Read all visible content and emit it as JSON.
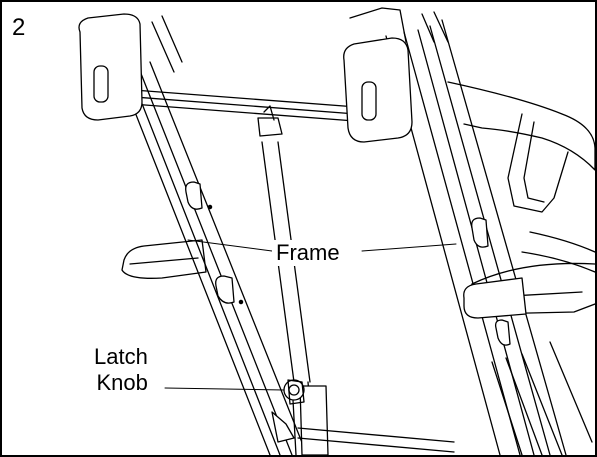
{
  "step_number": "2",
  "callouts": {
    "frame": "Frame",
    "latch_line1": "Latch",
    "latch_line2": "Knob"
  },
  "colors": {
    "ink": "#000000",
    "background": "#ffffff"
  }
}
